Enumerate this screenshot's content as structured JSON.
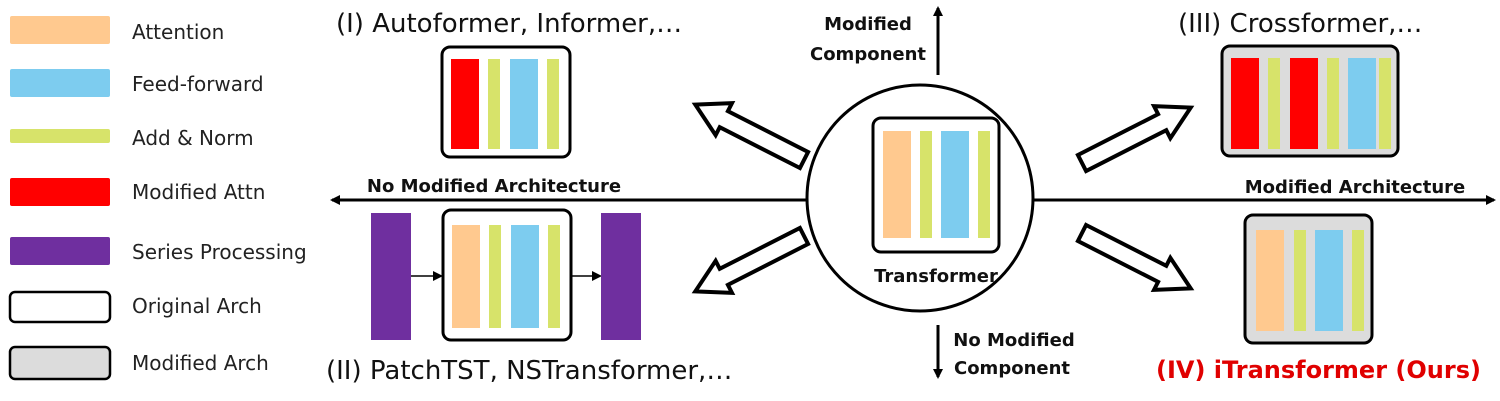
{
  "colors": {
    "attention": "#FFC98F",
    "feed_forward": "#7DCCEF",
    "add_norm": "#D7E36A",
    "modified_attn": "#FF0000",
    "series_processing": "#6F2F9F",
    "modified_arch_fill": "#DCDCDC",
    "ours": "#E00000"
  },
  "legend": [
    {
      "key": "attention",
      "label": "Attention"
    },
    {
      "key": "feed_forward",
      "label": "Feed-forward"
    },
    {
      "key": "add_norm",
      "label": "Add & Norm"
    },
    {
      "key": "modified_attn",
      "label": "Modified Attn"
    },
    {
      "key": "series_processing",
      "label": "Series Processing"
    },
    {
      "key": "original_arch",
      "label": "Original Arch"
    },
    {
      "key": "modified_arch",
      "label": "Modified Arch"
    }
  ],
  "axes": {
    "up_line1": "Modified",
    "up_line2": "Component",
    "down_line1": "No Modified",
    "down_line2": "Component",
    "left": "No Modified Architecture",
    "right": "Modified Architecture"
  },
  "center": {
    "label": "Transformer"
  },
  "quadrants": {
    "q1": "(I) Autoformer, Informer,…",
    "q2": "(II) PatchTST, NSTransformer,…",
    "q3": "(III) Crossformer,…",
    "q4": "(IV) iTransformer (Ours)"
  }
}
